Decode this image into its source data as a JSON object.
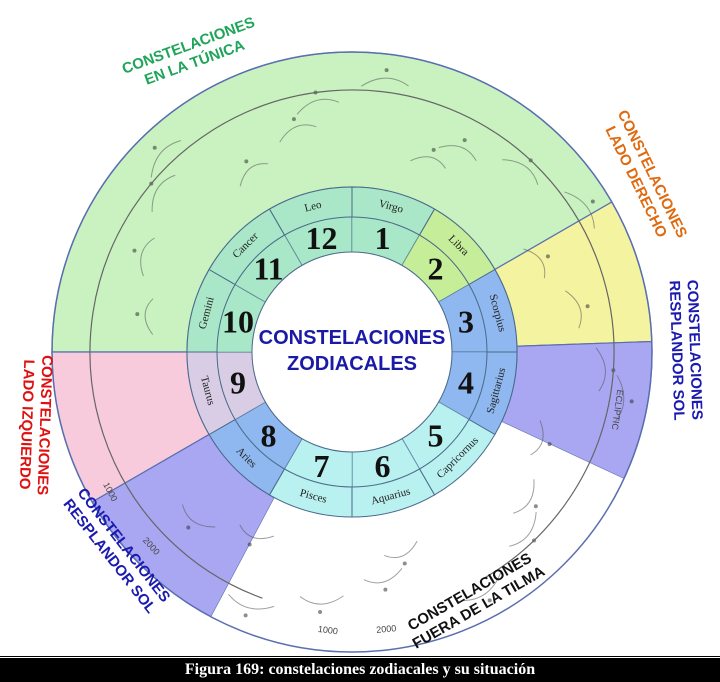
{
  "figure": {
    "caption": "Figura 169: constelaciones zodiacales y su situación",
    "center_label": [
      "CONSTELACIONES",
      "ZODIACALES"
    ],
    "zone_labels": {
      "tunica": [
        "CONSTELACIONES",
        "EN LA TÚNICA"
      ],
      "lado_derecho": [
        "CONSTELACIONES",
        "LADO DERECHO"
      ],
      "resplandor_derecho": [
        "CONSTELACIONES",
        "RESPLANDOR SOL"
      ],
      "lado_izquierdo": [
        "CONSTELACIONES",
        "LADO IZQUIERDO"
      ],
      "resplandor_izquierdo": [
        "CONSTELACIONES",
        "RESPLANDOR SOL"
      ],
      "fuera_tilma": [
        "CONSTELACIONES",
        "FUERA DE LA TILMA"
      ]
    },
    "zone_colors": {
      "tunica": "#c9f2c0",
      "lado_derecho": "#f3f3a0",
      "resplandor": "#a9a6f2",
      "lado_izquierdo": "#f7cbdc",
      "fuera_tilma": "#ffffff"
    },
    "label_colors": {
      "tunica": "#1fa55a",
      "lado_derecho": "#e06a10",
      "resplandor": "#1a1ab0",
      "lado_izquierdo": "#e01010",
      "fuera_tilma": "#111111"
    },
    "signs": [
      "Leo",
      "Virgo",
      "Libra",
      "Scorpius",
      "Sagittarius",
      "Capricornus",
      "Aquarius",
      "Pisces",
      "Aries",
      "Taurus",
      "Gemini",
      "Cancer"
    ],
    "numbers": [
      "12",
      "1",
      "2",
      "3",
      "4",
      "5",
      "6",
      "7",
      "8",
      "9",
      "10",
      "11"
    ],
    "ecliptic_label": "ECLIPTIC",
    "scale_ticks": [
      "1000",
      "2000",
      "2000",
      "1000"
    ]
  }
}
